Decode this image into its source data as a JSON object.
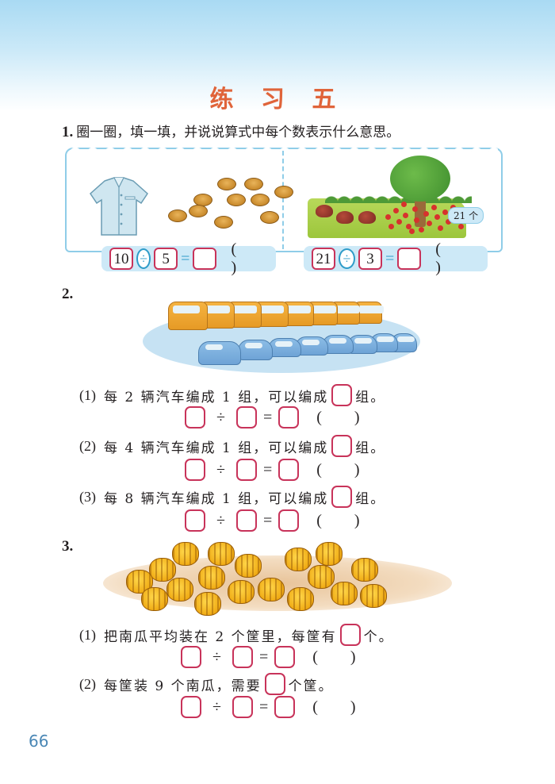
{
  "page": {
    "title": "练 习 五",
    "page_number": "66",
    "colors": {
      "title": "#e0643a",
      "box_border": "#c8335a",
      "accent_blue": "#2f9cc9",
      "card_border": "#8fcde8",
      "page_number": "#4a87b5"
    }
  },
  "q1": {
    "number": "1.",
    "prompt": "圈一圈，填一填，并说说算式中每个数表示什么意思。",
    "left": {
      "illustration": "shirt-and-10-buttons",
      "dividend": "10",
      "operator": "÷",
      "divisor": "5",
      "equals": "=",
      "result": "",
      "unit_paren": "(  )"
    },
    "right": {
      "illustration": "tree-hedgehogs-apples",
      "count_tag": "21 个",
      "dividend": "21",
      "operator": "÷",
      "divisor": "3",
      "equals": "=",
      "result": "",
      "unit_paren": "(  )"
    }
  },
  "q2": {
    "number": "2.",
    "illustration": "buses-and-cars-parking",
    "items": [
      {
        "label": "(1)",
        "text_before": "每 2 辆汽车编成 1 组，可以编成",
        "text_after": "组。",
        "op": "÷",
        "eq": "=",
        "paren": "(  )"
      },
      {
        "label": "(2)",
        "text_before": "每 4 辆汽车编成 1 组，可以编成",
        "text_after": "组。",
        "op": "÷",
        "eq": "=",
        "paren": "(  )"
      },
      {
        "label": "(3)",
        "text_before": "每 8 辆汽车编成 1 组，可以编成",
        "text_after": "组。",
        "op": "÷",
        "eq": "=",
        "paren": "(  )"
      }
    ]
  },
  "q3": {
    "number": "3.",
    "illustration": "pile-of-18-pumpkins",
    "items": [
      {
        "label": "(1)",
        "text_before": "把南瓜平均装在 2 个筐里，每筐有",
        "text_after": "个。",
        "op": "÷",
        "eq": "=",
        "paren": "(  )"
      },
      {
        "label": "(2)",
        "text_before": "每筐装 9 个南瓜，需要",
        "text_after": "个筐。",
        "op": "÷",
        "eq": "=",
        "paren": "(  )"
      }
    ]
  }
}
